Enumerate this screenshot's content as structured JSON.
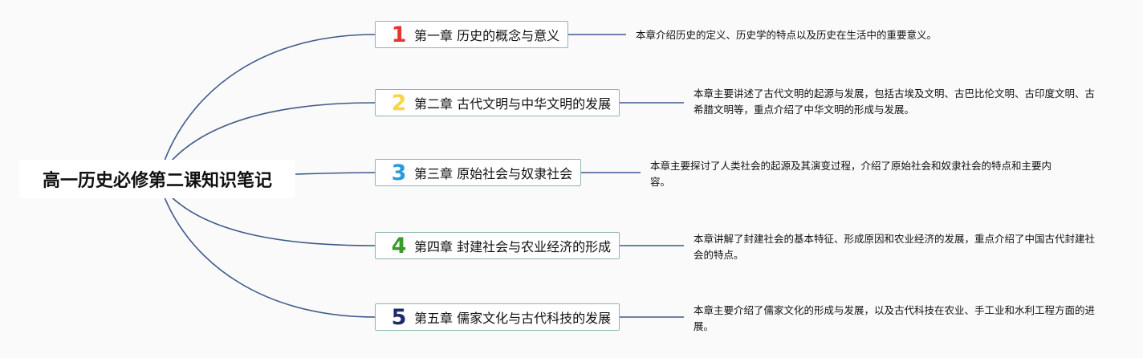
{
  "root": {
    "title": "高一历史必修第二课知识笔记"
  },
  "chapters": [
    {
      "num": "1",
      "color": "#e8342e",
      "title": "第一章 历史的概念与意义",
      "desc": "本章介绍历史的定义、历史学的特点以及历史在生活中的重要意义。"
    },
    {
      "num": "2",
      "color": "#f7d54a",
      "title": "第二章 古代文明与中华文明的发展",
      "desc": "本章主要讲述了古代文明的起源与发展，包括古埃及文明、古巴比伦文明、古印度文明、古希腊文明等，重点介绍了中华文明的形成与发展。"
    },
    {
      "num": "3",
      "color": "#2c9ad8",
      "title": "第三章 原始社会与奴隶社会",
      "desc": "本章主要探讨了人类社会的起源及其演变过程，介绍了原始社会和奴隶社会的特点和主要内容。"
    },
    {
      "num": "4",
      "color": "#3a9a2e",
      "title": "第四章 封建社会与农业经济的形成",
      "desc": "本章讲解了封建社会的基本特征、形成原因和农业经济的发展，重点介绍了中国古代封建社会的特点。"
    },
    {
      "num": "5",
      "color": "#1e2a6b",
      "title": "第五章 儒家文化与古代科技的发展",
      "desc": "本章主要介绍了儒家文化的形成与发展，以及古代科技在农业、手工业和水利工程方面的进展。"
    }
  ],
  "colors": {
    "line": "#3d5a8a",
    "node_border": "#8fb5b5"
  }
}
